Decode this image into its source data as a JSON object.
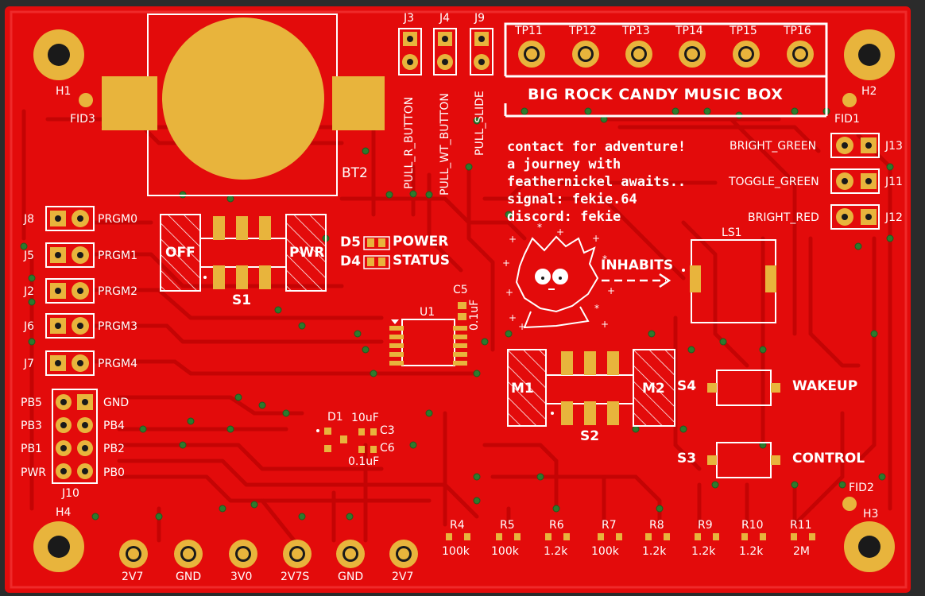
{
  "board": {
    "title": "BIG ROCK CANDY MUSIC BOX",
    "colors": {
      "substrate": "#e30b0b",
      "trace": "#c40404",
      "pad": "#e8b43c",
      "silk": "#ffffff",
      "via": "#2d7a2d"
    }
  },
  "mounting_holes": [
    "H1",
    "H2",
    "H3",
    "H4"
  ],
  "fiducials": [
    "FID1",
    "FID2",
    "FID3"
  ],
  "battery": {
    "ref": "BT2"
  },
  "test_points": [
    "TP11",
    "TP12",
    "TP13",
    "TP14",
    "TP15",
    "TP16"
  ],
  "pullups": [
    {
      "ref": "J3",
      "label": "PULL_R_BUTTON"
    },
    {
      "ref": "J4",
      "label": "PULL_WT_BUTTON"
    },
    {
      "ref": "J9",
      "label": "PULL_SLIDE"
    }
  ],
  "message": {
    "lines": [
      "contact for adventure!",
      "a journey with",
      "feathernickel awaits..",
      "signal: fekie.64",
      "discord: fekie"
    ]
  },
  "led_headers": [
    {
      "ref": "J13",
      "label": "BRIGHT_GREEN"
    },
    {
      "ref": "J11",
      "label": "TOGGLE_GREEN"
    },
    {
      "ref": "J12",
      "label": "BRIGHT_RED"
    }
  ],
  "program_headers": [
    {
      "ref": "J8",
      "label": "PRGM0"
    },
    {
      "ref": "J5",
      "label": "PRGM1"
    },
    {
      "ref": "J2",
      "label": "PRGM2"
    },
    {
      "ref": "J6",
      "label": "PRGM3"
    },
    {
      "ref": "J7",
      "label": "PRGM4"
    }
  ],
  "switch_s1": {
    "ref": "S1",
    "off": "OFF",
    "on": "PWR"
  },
  "leds": [
    {
      "ref": "D5",
      "label": "POWER"
    },
    {
      "ref": "D4",
      "label": "STATUS"
    }
  ],
  "ic": {
    "ref": "U1"
  },
  "cap_c5": {
    "ref": "C5",
    "value": "0.1uF"
  },
  "speaker": {
    "ref": "LS1",
    "arrow_label": "INHABITS"
  },
  "switch_s2": {
    "ref": "S2",
    "left": "M1",
    "right": "M2"
  },
  "buttons": [
    {
      "ref": "S4",
      "label": "WAKEUP"
    },
    {
      "ref": "S3",
      "label": "CONTROL"
    }
  ],
  "header_j10": {
    "ref": "J10",
    "left": [
      "PB5",
      "PB3",
      "PB1",
      "PWR"
    ],
    "right": [
      "GND",
      "PB4",
      "PB2",
      "PB0"
    ]
  },
  "diode_d1": {
    "ref": "D1"
  },
  "caps": [
    {
      "ref": "C3",
      "value": "10uF"
    },
    {
      "ref": "C6",
      "value": "0.1uF"
    }
  ],
  "resistors": [
    {
      "ref": "R4",
      "value": "100k"
    },
    {
      "ref": "R5",
      "value": "100k"
    },
    {
      "ref": "R6",
      "value": "1.2k"
    },
    {
      "ref": "R7",
      "value": "100k"
    },
    {
      "ref": "R8",
      "value": "1.2k"
    },
    {
      "ref": "R9",
      "value": "1.2k"
    },
    {
      "ref": "R10",
      "value": "1.2k"
    },
    {
      "ref": "R11",
      "value": "2M"
    }
  ],
  "power_pads": [
    "2V7",
    "GND",
    "3V0",
    "2V7S",
    "GND",
    "2V7"
  ]
}
